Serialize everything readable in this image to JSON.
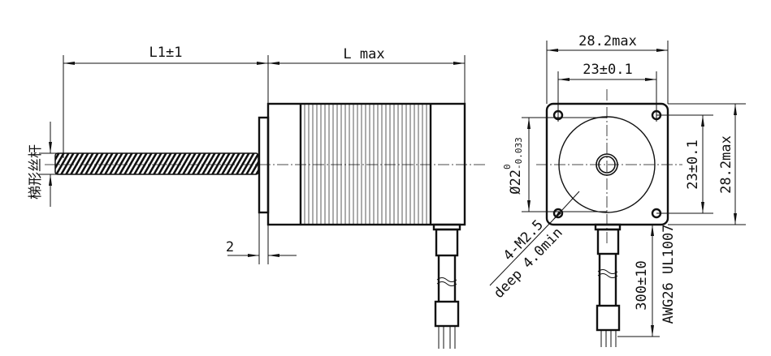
{
  "side_view": {
    "l1_dim": "L1±1",
    "l_dim": "L max",
    "flange_dim": "2",
    "screw_label": "梯形丝杆"
  },
  "front_view": {
    "width_max": "28.2max",
    "hole_spacing_h": "23±0.1",
    "hole_spacing_v": "23±0.1",
    "height_max": "28.2max",
    "pilot_diameter": "Ø22",
    "pilot_tol_upper": "0",
    "pilot_tol_lower": "-0.033",
    "hole_spec": "4-M2.5",
    "hole_depth": "deep 4.0min",
    "lead_length": "300±10",
    "wire_spec": "AWG26 UL1007"
  }
}
